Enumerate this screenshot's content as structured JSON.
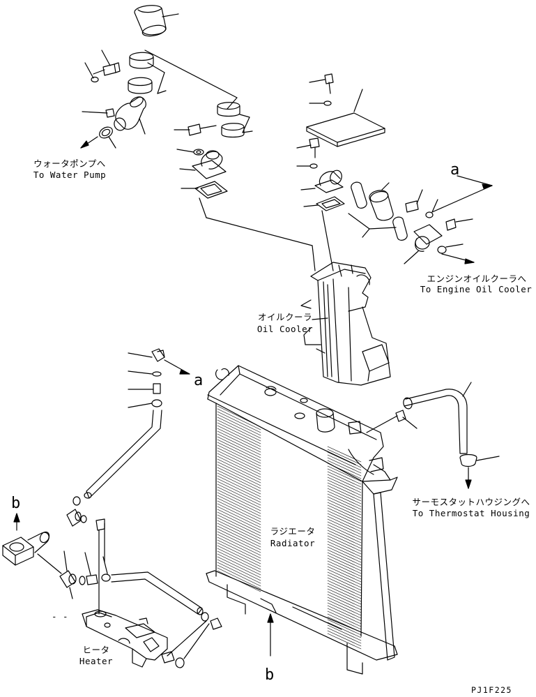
{
  "labels": {
    "water_pump_jp": "ウォータポンプへ",
    "water_pump_en": "To Water Pump",
    "oil_cooler_jp": "オイルクーラ",
    "oil_cooler_en": "Oil Cooler",
    "engine_oil_cooler_jp": "エンジンオイルクーラへ",
    "engine_oil_cooler_en": "To Engine Oil Cooler",
    "thermostat_jp": "サーモスタットハウジングへ",
    "thermostat_en": "To Thermostat Housing",
    "radiator_jp": "ラジエータ",
    "radiator_en": "Radiator",
    "heater_jp": "ヒータ",
    "heater_en": "Heater",
    "dash_mark": "- -",
    "ref_a_top": "a",
    "ref_a_mid": "a",
    "ref_b_left": "b",
    "ref_b_bottom": "b",
    "drawing_code": "PJ1F225"
  }
}
